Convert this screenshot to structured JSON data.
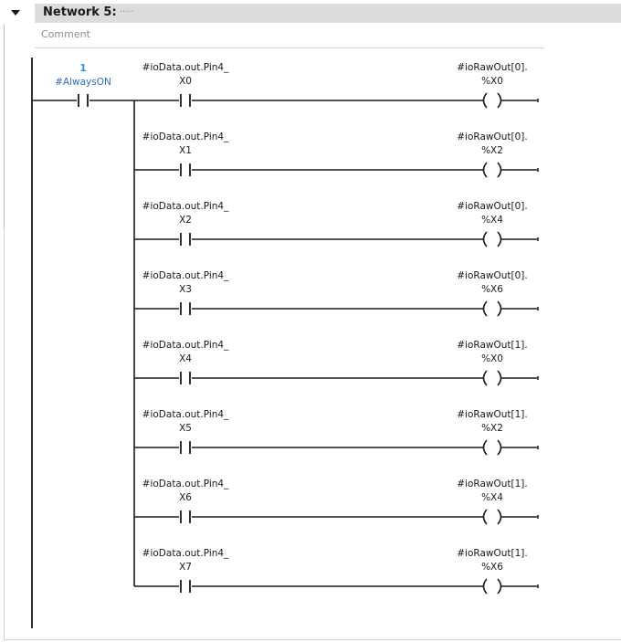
{
  "network": {
    "title": "Network 5:",
    "title_suffix": ".....",
    "comment_placeholder": "Comment",
    "toggle_icon": "collapse-triangle-icon"
  },
  "first_contact": {
    "index": "1",
    "operand": "#AlwaysON"
  },
  "rungs": [
    {
      "contact_line1": "#ioData.out.Pin4_",
      "contact_line2": "X0",
      "coil_line1": "#ioRawOut[0].",
      "coil_line2": "%X0"
    },
    {
      "contact_line1": "#ioData.out.Pin4_",
      "contact_line2": "X1",
      "coil_line1": "#ioRawOut[0].",
      "coil_line2": "%X2"
    },
    {
      "contact_line1": "#ioData.out.Pin4_",
      "contact_line2": "X2",
      "coil_line1": "#ioRawOut[0].",
      "coil_line2": "%X4"
    },
    {
      "contact_line1": "#ioData.out.Pin4_",
      "contact_line2": "X3",
      "coil_line1": "#ioRawOut[0].",
      "coil_line2": "%X6"
    },
    {
      "contact_line1": "#ioData.out.Pin4_",
      "contact_line2": "X4",
      "coil_line1": "#ioRawOut[1].",
      "coil_line2": "%X0"
    },
    {
      "contact_line1": "#ioData.out.Pin4_",
      "contact_line2": "X5",
      "coil_line1": "#ioRawOut[1].",
      "coil_line2": "%X2"
    },
    {
      "contact_line1": "#ioData.out.Pin4_",
      "contact_line2": "X6",
      "coil_line1": "#ioRawOut[1].",
      "coil_line2": "%X4"
    },
    {
      "contact_line1": "#ioData.out.Pin4_",
      "contact_line2": "X7",
      "coil_line1": "#ioRawOut[1].",
      "coil_line2": "%X6"
    }
  ]
}
